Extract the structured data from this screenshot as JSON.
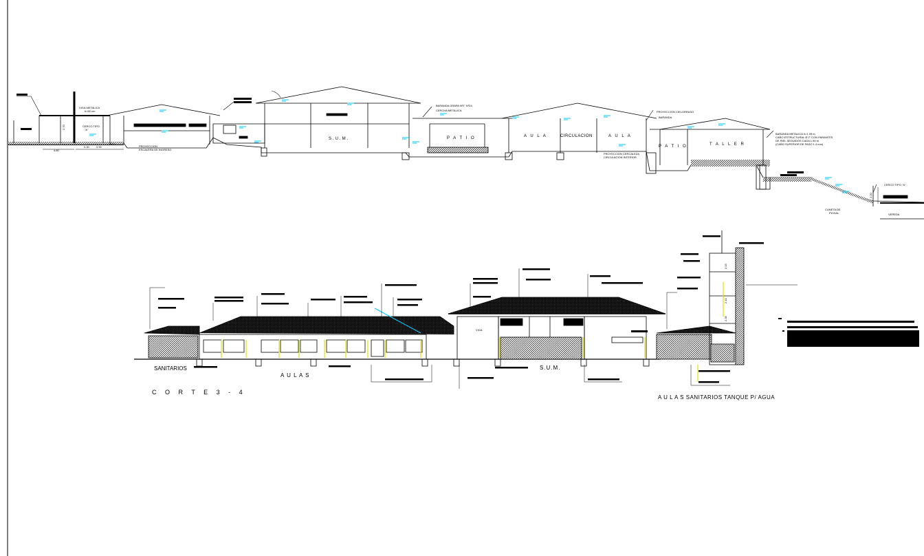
{
  "upper_section": {
    "room_labels": [
      "S.U.M.",
      "P A T I O",
      "A U L A",
      "CIRCULACION",
      "A U L A",
      "P A T I O",
      "T A L L E R"
    ],
    "annotations": [
      "VIGA METALICA",
      "h=50 cm",
      "CERCO TIPO",
      "\"A\"",
      "PROYECCION",
      "ESCALERA DE INGRESO",
      "BARANDA GRAPA Nº2\" Nº24",
      "CERCHA METALICA",
      "PROYECCION CIELORRASO",
      "BARANDA",
      "PROYECCION CERCALEZA",
      "CIRCULACION INTERIOR",
      "BARANDA METALICA h=1.05 m",
      "CAÑO ESTRUCTURAL Ø 2\" CON PARANTES",
      "DE RIEL SEGUIDOS CADA 1.50 m",
      "(CAÑO SUPERIOR DE PASO 1.4 mm)",
      "CERCO TIPO \"A\"",
      "CUNETA DE",
      "PUVIAL",
      "VEREDA"
    ],
    "dimensions": [
      "2.70",
      "4.80",
      "3.00",
      "0.30",
      "0.90",
      "2.20"
    ]
  },
  "lower_section": {
    "title": "C O R T E   3 - 4",
    "room_labels": [
      "SANITARIOS",
      "A U L A S",
      "S.U.M.",
      "VIGA"
    ],
    "footer_caption": "A U L A S   SANITARIOS  TANQUE P/ AGUA",
    "dimensions": [
      "2.15",
      "2.10",
      "2.35"
    ]
  },
  "colors": {
    "ink": "#000000",
    "level_marker": "#00c8ff",
    "door_marker": "#e0e000"
  }
}
